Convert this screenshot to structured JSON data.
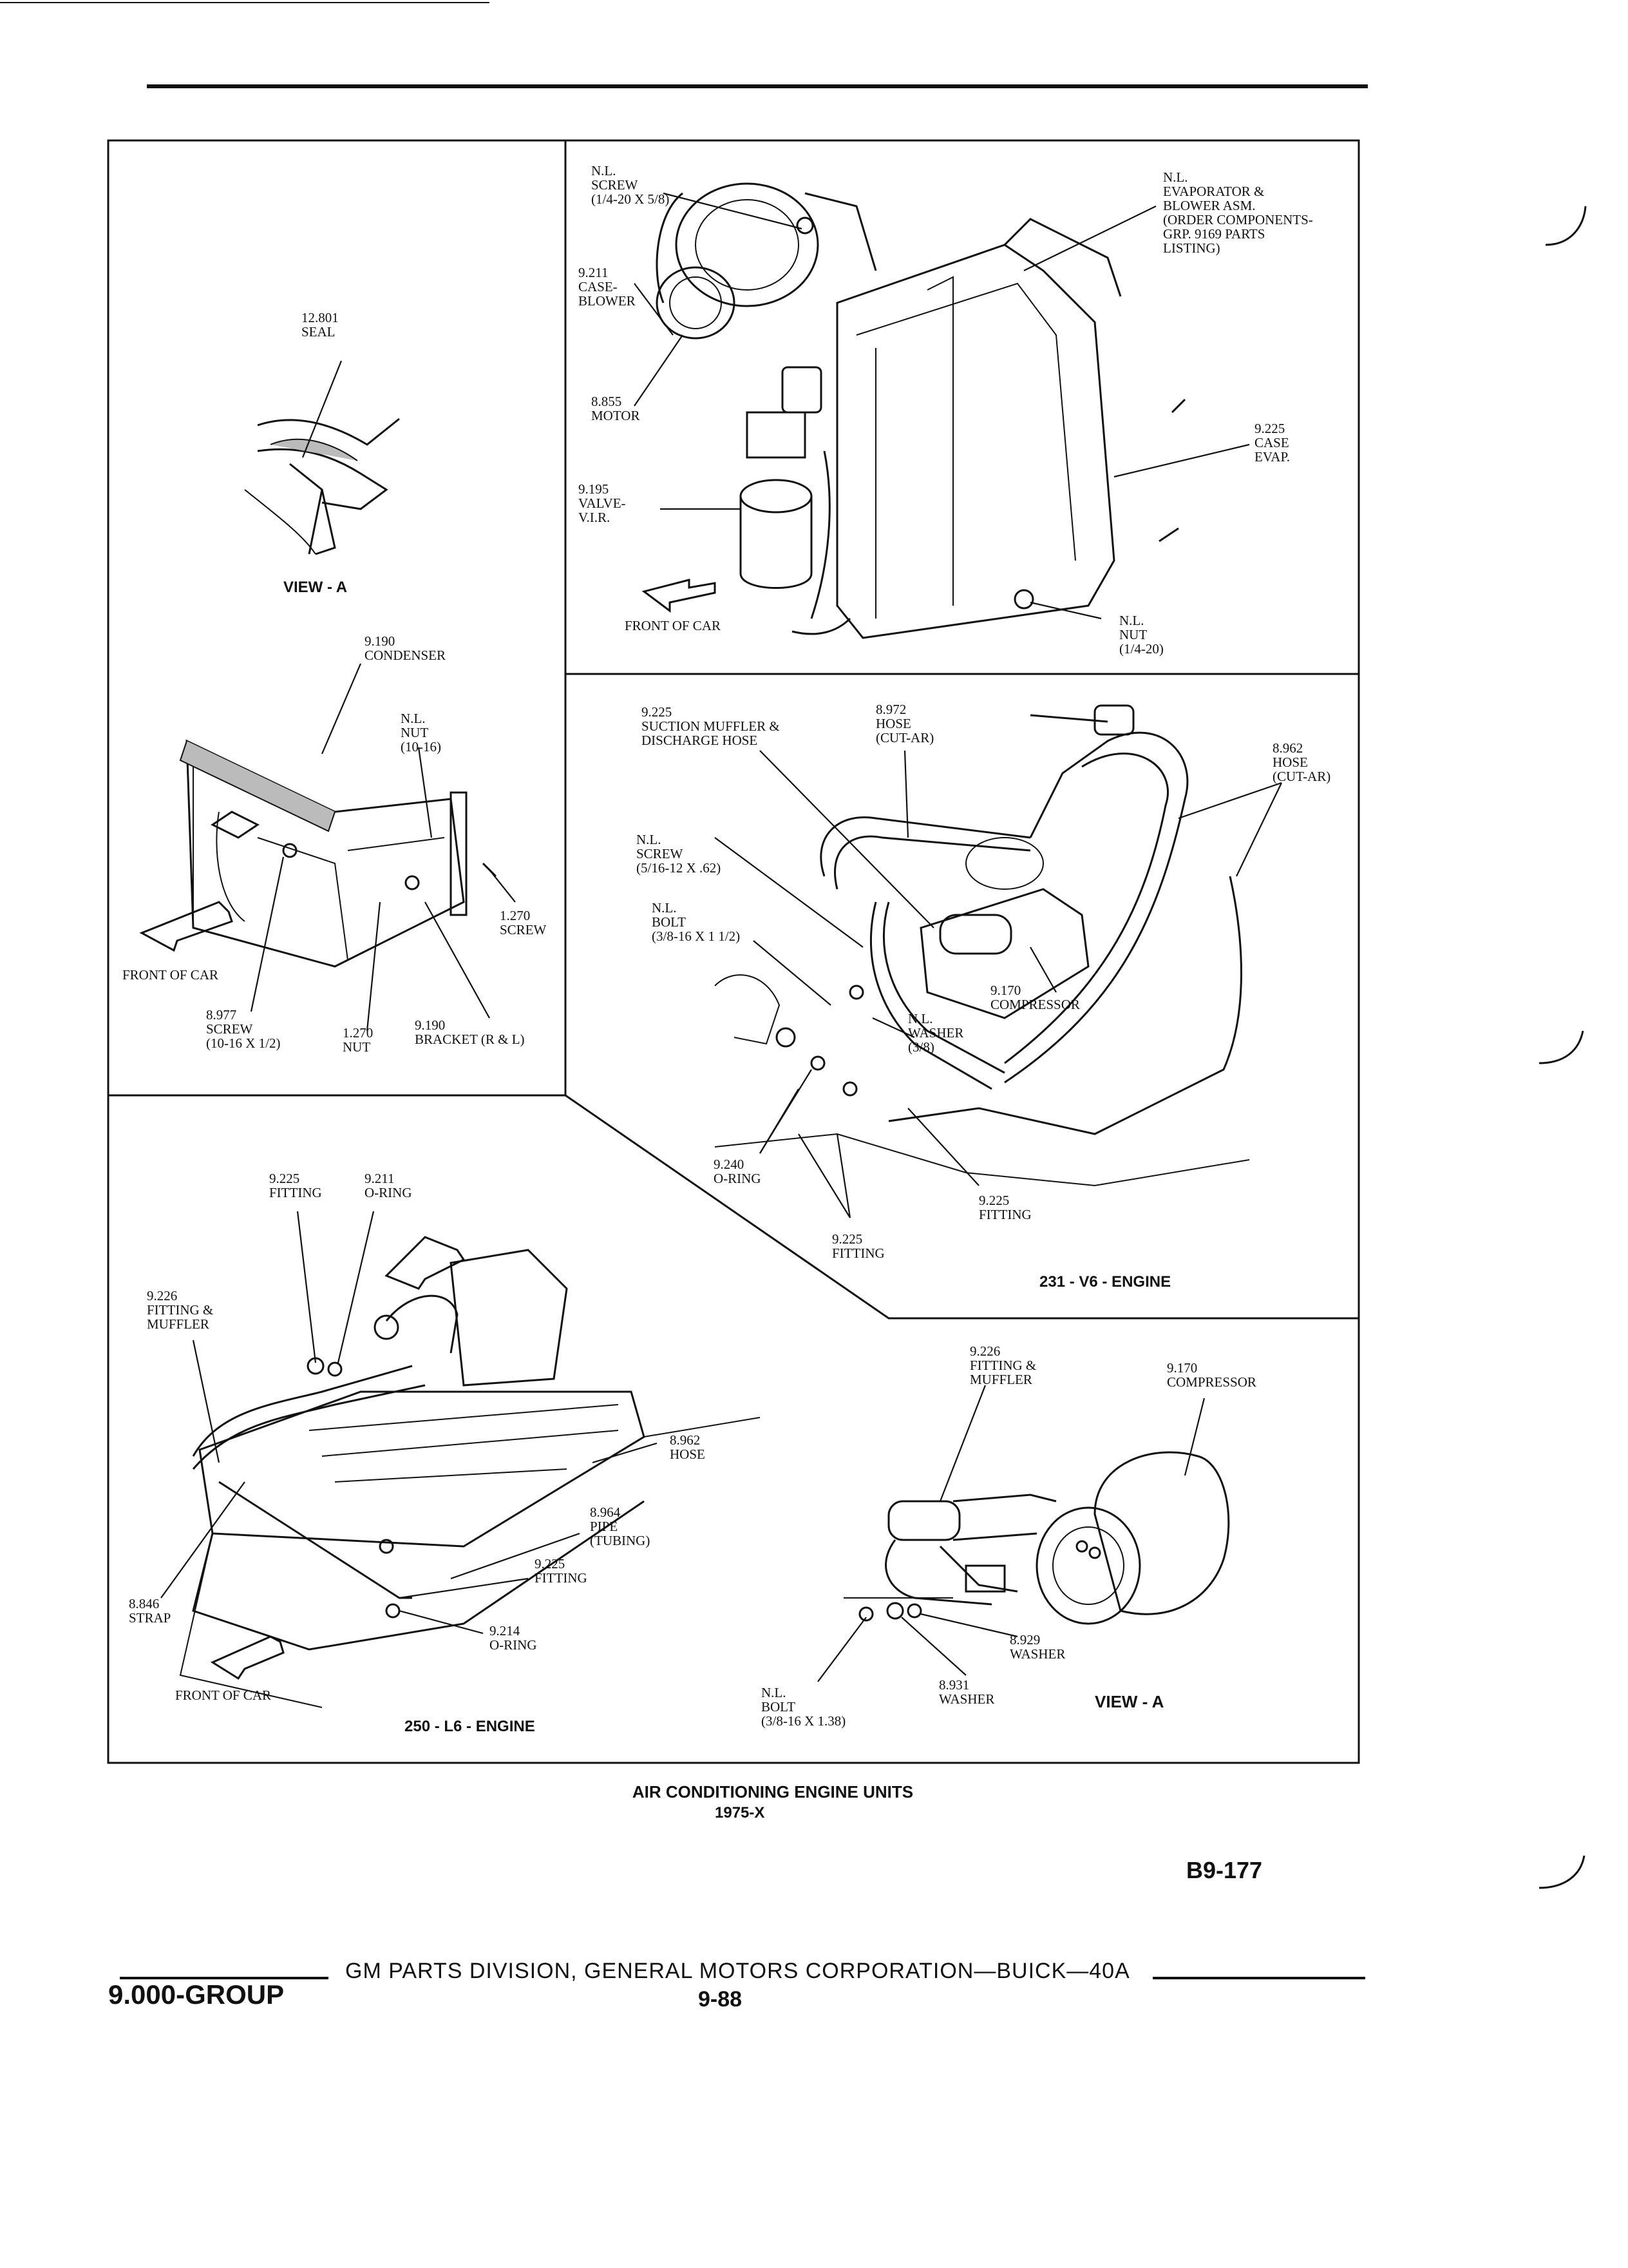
{
  "document": {
    "caption_title": "AIR CONDITIONING ENGINE UNITS",
    "caption_year": "1975-X",
    "figure_code": "B9-177",
    "footer_group": "9.000-GROUP",
    "footer_publisher": "GM PARTS DIVISION, GENERAL MOTORS CORPORATION—BUICK—40A",
    "footer_page": "9-88"
  },
  "panel_view_a_top": {
    "seal": [
      "12.801",
      "SEAL"
    ],
    "view_label": "VIEW - A"
  },
  "panel_evaporator": {
    "screw": [
      "N.L.",
      "SCREW",
      "(1/4-20 x 5/8)"
    ],
    "case_blower": [
      "9.211",
      "CASE-",
      "BLOWER"
    ],
    "motor": [
      "8.855",
      "MOTOR"
    ],
    "valve": [
      "9.195",
      "VALVE-",
      "V.I.R."
    ],
    "front_of_car": "FRONT OF CAR",
    "evap_blower": [
      "N.L.",
      "EVAPORATOR &",
      "BLOWER ASM.",
      "(ORDER COMPONENTS-",
      "GRP. 9169 PARTS",
      "LISTING)"
    ],
    "case_evap": [
      "9.225",
      "CASE",
      "EVAP."
    ],
    "nut": [
      "N.L.",
      "NUT",
      "(1/4-20)"
    ]
  },
  "panel_condenser": {
    "condenser": [
      "9.190",
      "CONDENSER"
    ],
    "nut": [
      "N.L.",
      "NUT",
      "(10-16)"
    ],
    "screw_1270": [
      "1.270",
      "SCREW"
    ],
    "front_of_car": "FRONT OF CAR",
    "screw_8977": [
      "8.977",
      "SCREW",
      "(10-16 x 1/2)"
    ],
    "nut_1270": [
      "1.270",
      "NUT"
    ],
    "bracket": [
      "9.190",
      "BRACKET (R & L)"
    ]
  },
  "panel_v6": {
    "suction_muffler": [
      "9.225",
      "SUCTION MUFFLER &",
      "DISCHARGE HOSE"
    ],
    "hose_8972": [
      "8.972",
      "HOSE",
      "(CUT-AR)"
    ],
    "hose_8962": [
      "8.962",
      "HOSE",
      "(CUT-AR)"
    ],
    "screw": [
      "N.L.",
      "SCREW",
      "(5/16-12 x .62)"
    ],
    "bolt": [
      "N.L.",
      "BOLT",
      "(3/8-16 x 1 1/2)"
    ],
    "compressor": [
      "9.170",
      "COMPRESSOR"
    ],
    "washer": [
      "N.L.",
      "WASHER",
      "(3/8)"
    ],
    "oring": [
      "9.240",
      "O-RING"
    ],
    "fitting_right": [
      "9.225",
      "FITTING"
    ],
    "fitting_bottom": [
      "9.225",
      "FITTING"
    ],
    "engine_label": "231 - V6 - ENGINE"
  },
  "panel_l6": {
    "fitting": [
      "9.225",
      "FITTING"
    ],
    "oring_9211": [
      "9.211",
      "O-RING"
    ],
    "fitting_muffler": [
      "9.226",
      "FITTING &",
      "MUFFLER"
    ],
    "hose_8962": [
      "8.962",
      "HOSE"
    ],
    "pipe": [
      "8.964",
      "PIPE",
      "(TUBING)"
    ],
    "fitting_9225": [
      "9.225",
      "FITTING"
    ],
    "strap": [
      "8.846",
      "STRAP"
    ],
    "oring_9214": [
      "9.214",
      "O-RING"
    ],
    "front_of_car": "FRONT OF CAR",
    "engine_label": "250 - L6 - ENGINE"
  },
  "panel_view_a_bottom": {
    "fitting_muffler": [
      "9.226",
      "FITTING &",
      "MUFFLER"
    ],
    "compressor": [
      "9.170",
      "COMPRESSOR"
    ],
    "washer_8929": [
      "8.929",
      "WASHER"
    ],
    "washer_8931": [
      "8.931",
      "WASHER"
    ],
    "bolt": [
      "N.L.",
      "BOLT",
      "(3/8-16 x 1.38)"
    ],
    "view_label": "VIEW - A"
  }
}
